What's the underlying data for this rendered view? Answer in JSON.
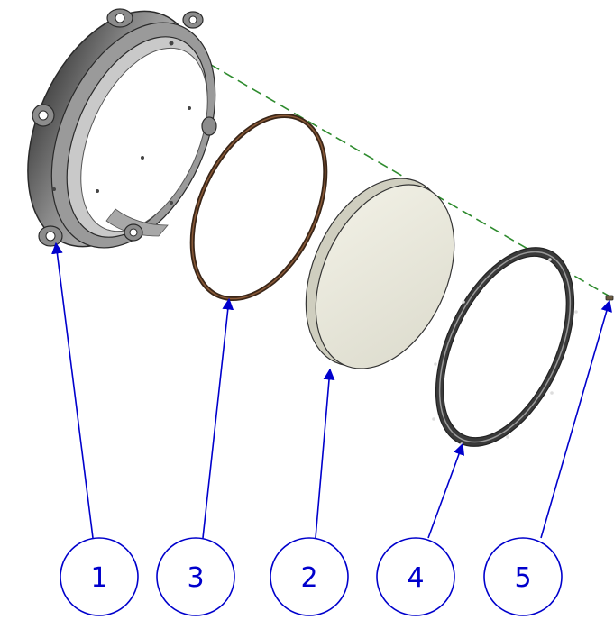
{
  "diagram": {
    "type": "exploded-assembly-view",
    "colors": {
      "leader": "#0000cc",
      "balloon": "#0000cc",
      "axis": "#2e8b2e",
      "housing": "#6e6e6e",
      "oring": "#5a3e2b",
      "lens": "#e9e8dc",
      "retainer": "#505050"
    },
    "balloons": [
      {
        "id": "housing",
        "label": "1"
      },
      {
        "id": "oring",
        "label": "3"
      },
      {
        "id": "lens",
        "label": "2"
      },
      {
        "id": "retainer",
        "label": "4"
      },
      {
        "id": "screw",
        "label": "5"
      }
    ]
  }
}
